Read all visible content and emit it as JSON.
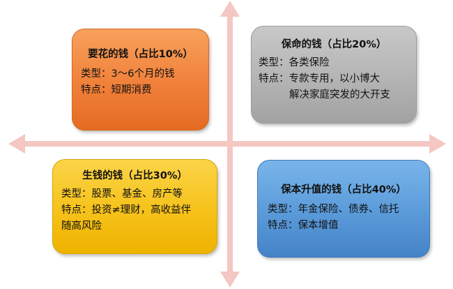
{
  "colors": {
    "axis": "#f4c7c2",
    "quadrant_top_left": "#f0803a",
    "quadrant_top_right": "#b4b4b4",
    "quadrant_bottom_left": "#f6c21a",
    "quadrant_bottom_right": "#5a9ad9"
  },
  "quadrants": {
    "top_left": {
      "title": "要花的钱（占比10%）",
      "type_line": "类型：3～6个月的钱",
      "feature_line": "特点：短期消费"
    },
    "top_right": {
      "title": "保命的钱（占比20%）",
      "type_line": "类型：各类保险",
      "feature_line": "特点：专款专用，以小博大",
      "feature_line_2": "解决家庭突发的大开支"
    },
    "bottom_left": {
      "title": "生钱的钱（占比30%）",
      "type_line": "类型：股票、基金、房产等",
      "feature_line": "特点：投资≠理财，高收益伴",
      "feature_line_2": "随高风险"
    },
    "bottom_right": {
      "title": "保本升值的钱（占比40%）",
      "type_line": "类型：年金保险、债券、信托",
      "feature_line": "特点：保本增值"
    }
  }
}
